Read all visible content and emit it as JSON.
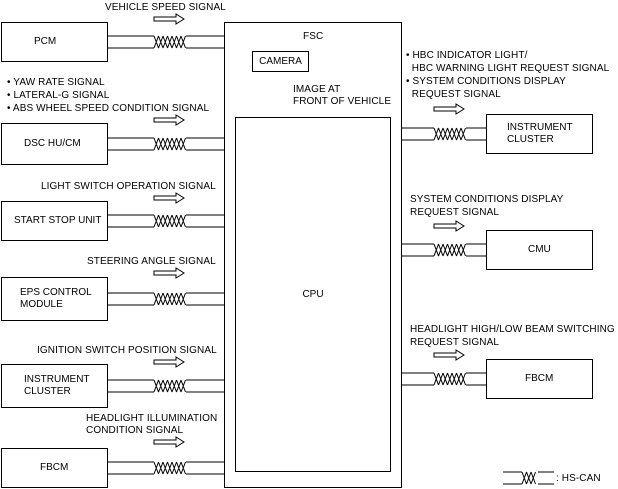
{
  "fsc": {
    "title": "FSC",
    "camera": "CAMERA",
    "image_label": [
      "IMAGE AT",
      "FRONT OF VEHICLE"
    ],
    "cpu": "CPU"
  },
  "inputs": [
    {
      "module": [
        "PCM"
      ],
      "signals": [
        "VEHICLE SPEED SIGNAL"
      ]
    },
    {
      "module": [
        "DSC HU/CM"
      ],
      "signals": [
        "• YAW RATE SIGNAL",
        "• LATERAL-G SIGNAL",
        "• ABS WHEEL SPEED CONDITION SIGNAL"
      ]
    },
    {
      "module": [
        "START STOP UNIT"
      ],
      "signals": [
        "LIGHT SWITCH OPERATION SIGNAL"
      ]
    },
    {
      "module": [
        "EPS CONTROL",
        "MODULE"
      ],
      "signals": [
        "STEERING ANGLE SIGNAL"
      ]
    },
    {
      "module": [
        "INSTRUMENT",
        "CLUSTER"
      ],
      "signals": [
        "IGNITION SWITCH POSITION SIGNAL"
      ]
    },
    {
      "module": [
        "FBCM"
      ],
      "signals": [
        "HEADLIGHT ILLUMINATION",
        "CONDITION SIGNAL"
      ]
    }
  ],
  "outputs": [
    {
      "module": [
        "INSTRUMENT",
        "CLUSTER"
      ],
      "signals": [
        "• HBC INDICATOR LIGHT/",
        "  HBC WARNING LIGHT REQUEST SIGNAL",
        "• SYSTEM CONDITIONS DISPLAY",
        "  REQUEST SIGNAL"
      ]
    },
    {
      "module": [
        "CMU"
      ],
      "signals": [
        "SYSTEM CONDITIONS DISPLAY",
        "REQUEST SIGNAL"
      ]
    },
    {
      "module": [
        "FBCM"
      ],
      "signals": [
        "HEADLIGHT HIGH/LOW BEAM SWITCHING",
        "REQUEST SIGNAL"
      ]
    }
  ],
  "legend": {
    "label": ": HS-CAN"
  }
}
